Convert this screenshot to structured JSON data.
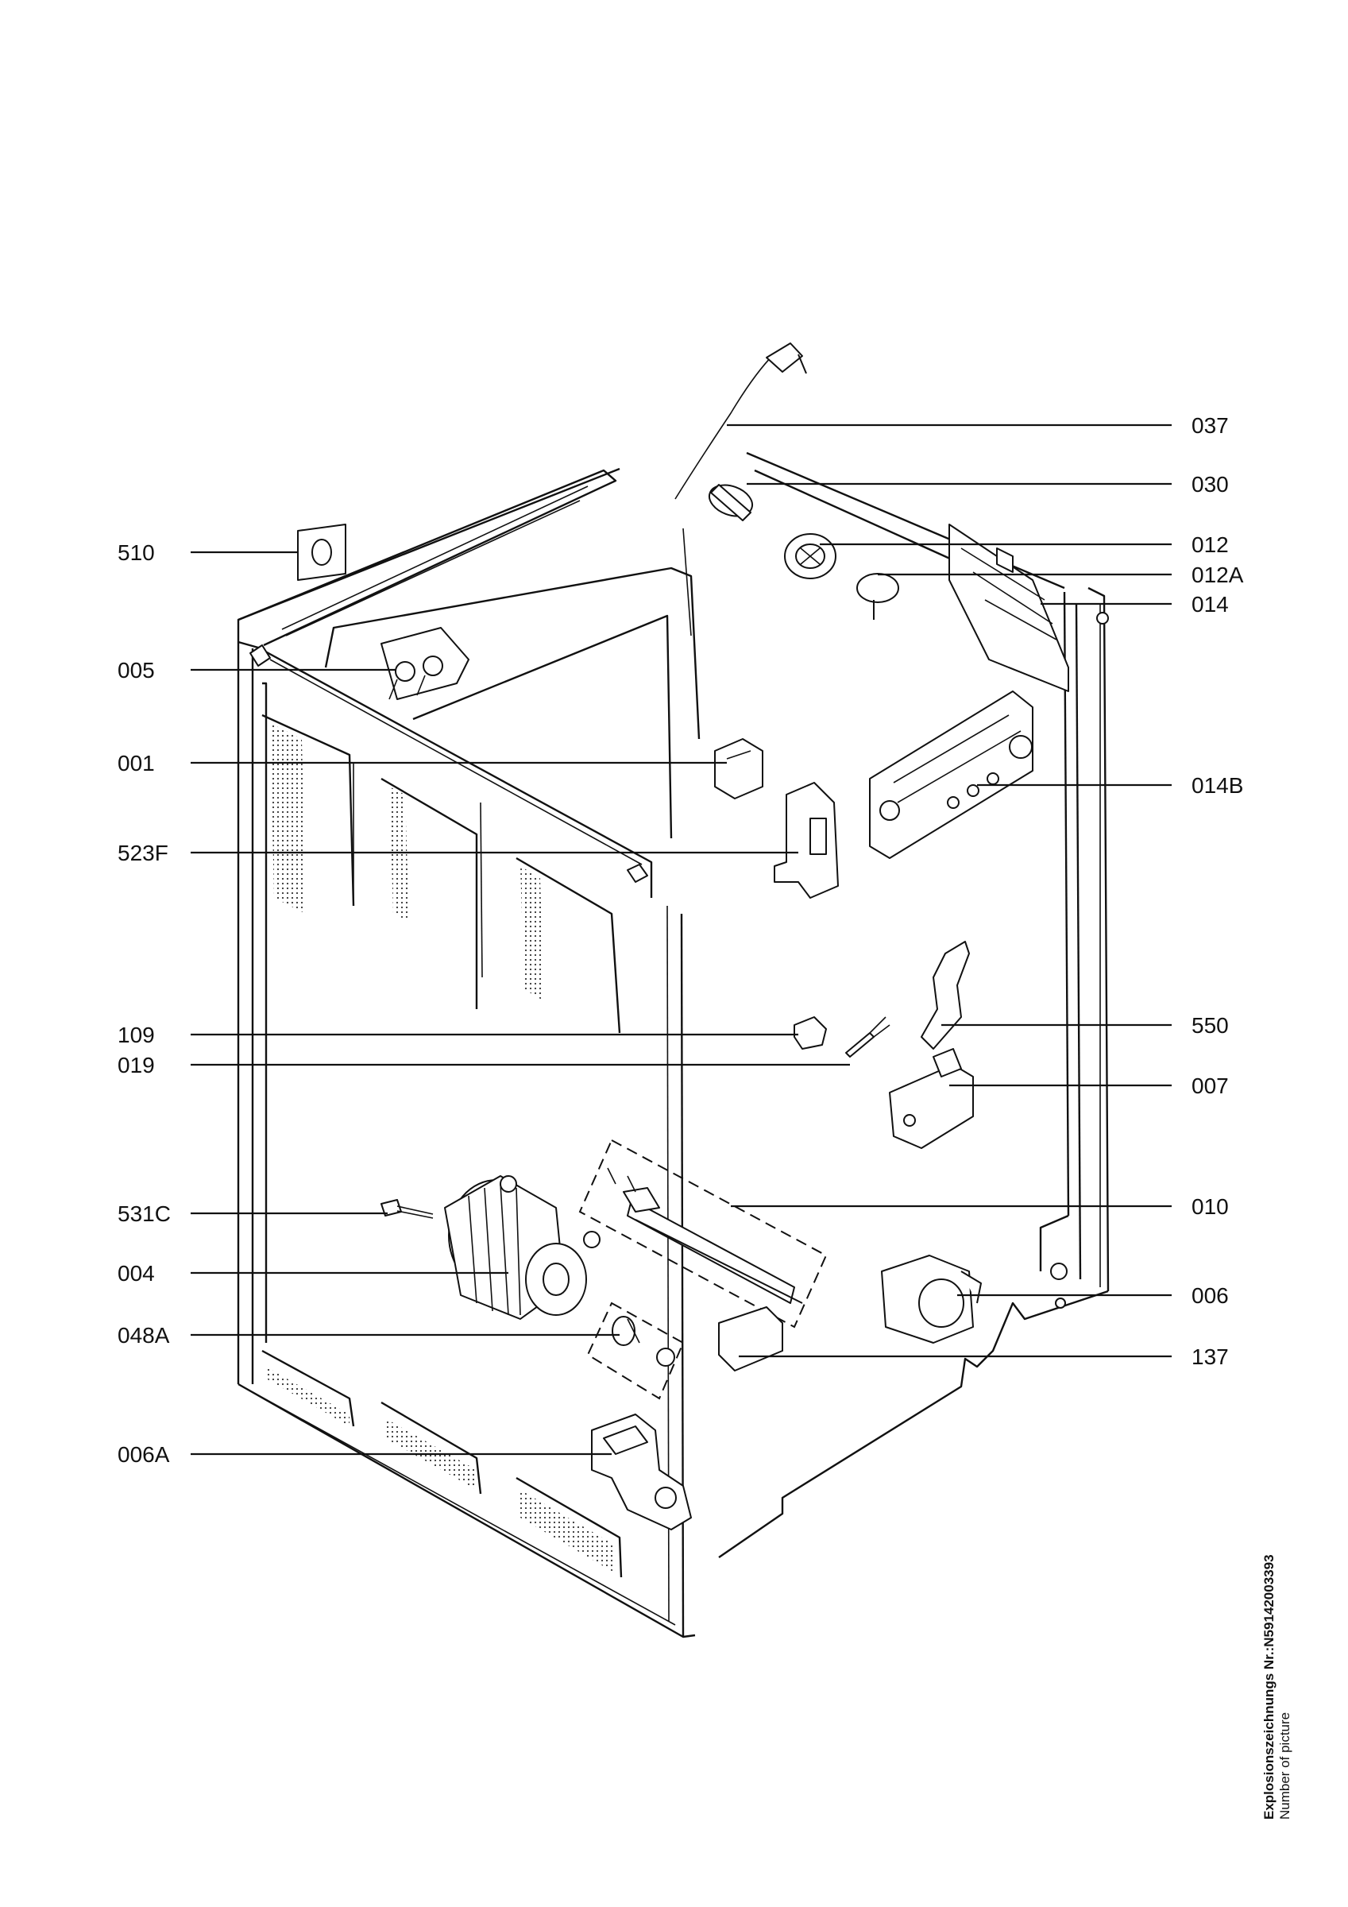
{
  "callouts_left": [
    {
      "id": "510"
    },
    {
      "id": "005"
    },
    {
      "id": "001"
    },
    {
      "id": "523F"
    },
    {
      "id": "109"
    },
    {
      "id": "019"
    },
    {
      "id": "531C"
    },
    {
      "id": "004"
    },
    {
      "id": "048A"
    },
    {
      "id": "006A"
    }
  ],
  "callouts_right": [
    {
      "id": "037"
    },
    {
      "id": "030"
    },
    {
      "id": "012"
    },
    {
      "id": "012A"
    },
    {
      "id": "014"
    },
    {
      "id": "014B"
    },
    {
      "id": "550"
    },
    {
      "id": "007"
    },
    {
      "id": "010"
    },
    {
      "id": "006"
    },
    {
      "id": "137"
    }
  ],
  "picture_number": {
    "line1": "Explosionszeichnungs Nr.:N59142003393",
    "line2": "Number of picture"
  }
}
